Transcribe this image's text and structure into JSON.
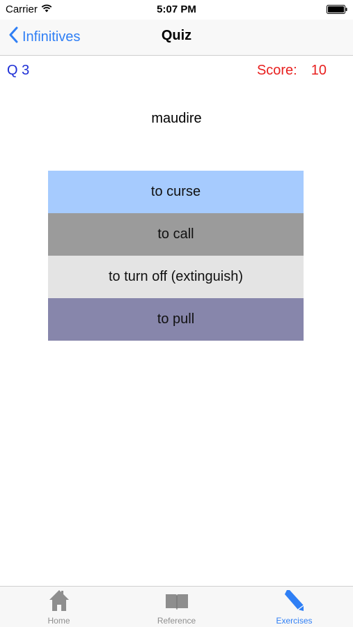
{
  "status": {
    "carrier": "Carrier",
    "time": "5:07 PM"
  },
  "nav": {
    "back_label": "Infinitives",
    "title": "Quiz"
  },
  "quiz": {
    "question": "Q 3",
    "score_label": "Score:",
    "score_value": "10",
    "word": "maudire",
    "answers": [
      {
        "label": "to curse",
        "color": "#a6cbfe"
      },
      {
        "label": "to call",
        "color": "#9b9b9b"
      },
      {
        "label": "to turn off (extinguish)",
        "color": "#e4e4e4"
      },
      {
        "label": "to pull",
        "color": "#8786ab"
      }
    ]
  },
  "tabs": [
    {
      "label": "Home",
      "icon": "house-icon",
      "active": false
    },
    {
      "label": "Reference",
      "icon": "book-icon",
      "active": false
    },
    {
      "label": "Exercises",
      "icon": "pencil-icon",
      "active": true
    }
  ],
  "colors": {
    "accent": "#2f7ff5",
    "question": "#1e2fd6",
    "score": "#e8201f"
  }
}
